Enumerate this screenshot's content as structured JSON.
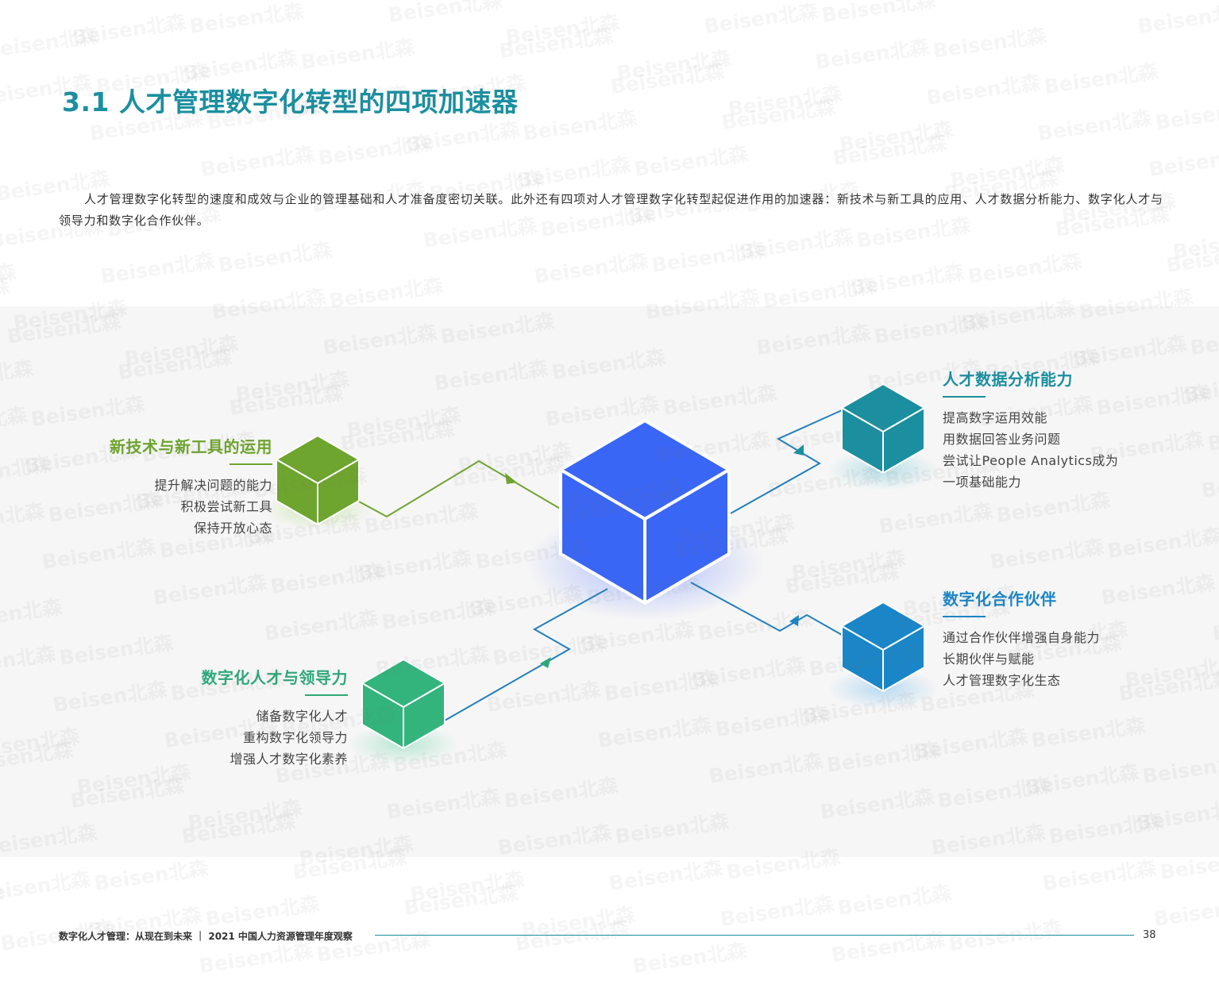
{
  "page": {
    "title": "3.1 人才管理数字化转型的四项加速器",
    "intro": "人才管理数字化转型的速度和成效与企业的管理基础和人才准备度密切关联。此外还有四项对人才管理数字化转型起促进作用的加速器：新技术与新工具的应用、人才数据分析能力、数字化人才与领导力和数字化合作伙伴。"
  },
  "accelerators": [
    {
      "title": "新技术与新工具的运用",
      "items": [
        "提升解决问题的能力",
        "积极尝试新工具",
        "保持开放心态"
      ],
      "color": "#6ea52e"
    },
    {
      "title": "人才数据分析能力",
      "items": [
        "提高数字运用效能",
        "用数据回答业务问题",
        "尝试让People Analytics成为",
        "一项基础能力"
      ],
      "color": "#1b8fa0"
    },
    {
      "title": "数字化人才与领导力",
      "items": [
        "储备数字化人才",
        "重构数字化领导力",
        "增强人才数字化素养"
      ],
      "color": "#2fa879"
    },
    {
      "title": "数字化合作伙伴",
      "items": [
        "通过合作伙伴增强自身能力",
        "长期伙伴与赋能",
        "人才管理数字化生态"
      ],
      "color": "#1a86c8"
    }
  ],
  "center_cube_color": "#3a66f5",
  "watermark_text": "Beisen北森",
  "footer": {
    "text": "数字化人才管理：从现在到未来 ｜ 2021 中国人力资源管理年度观察",
    "page_number": "38"
  }
}
